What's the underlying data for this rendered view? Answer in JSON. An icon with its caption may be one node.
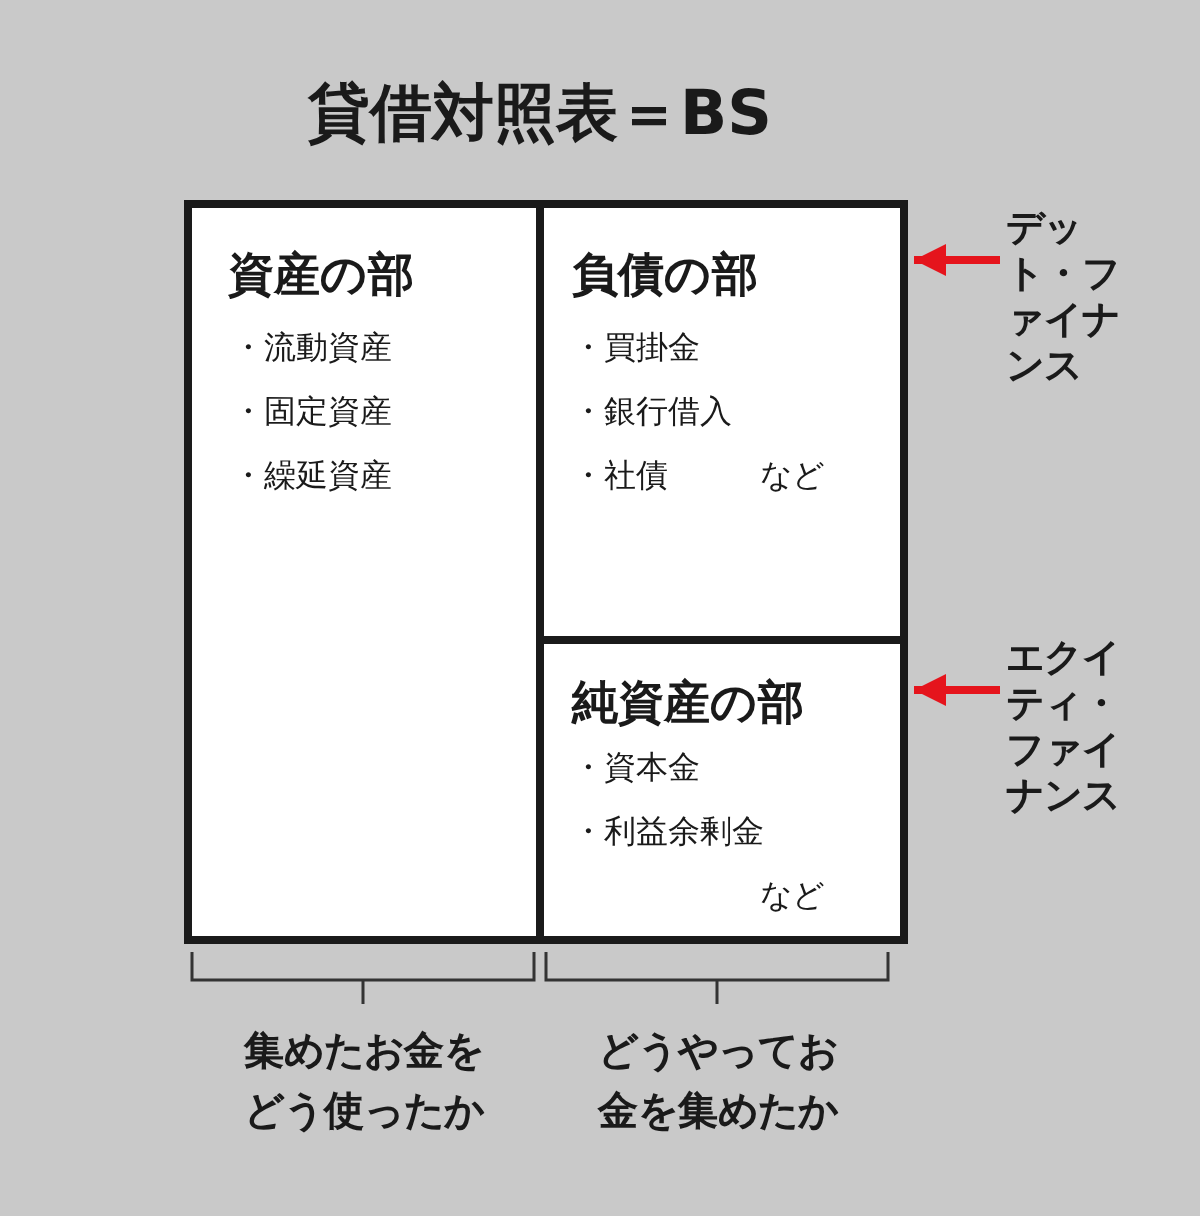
{
  "diagram": {
    "title": "貸借対照表＝BS",
    "nodes": [
      {
        "text": [
          "資産の部",
          "・流動資産",
          "・固定資産",
          "・繰延資産"
        ]
      },
      {
        "text": [
          "負債の部",
          "・買掛金",
          "・銀行借入",
          "・社債",
          "など"
        ]
      },
      {
        "text": [
          "純資産の部",
          "・資本金",
          "・利益余剰金",
          "など"
        ]
      },
      {
        "text": [
          "デット・ファイナンス"
        ]
      },
      {
        "text": [
          "エクイティ・ファイナンス"
        ]
      }
    ],
    "edges": [
      {
        "from": 3,
        "to": 1,
        "arrow": "to"
      },
      {
        "from": 4,
        "to": 2,
        "arrow": "to"
      }
    ],
    "labels": [
      "集めたお金をどう使ったか",
      "どうやってお金を集めたか"
    ]
  }
}
